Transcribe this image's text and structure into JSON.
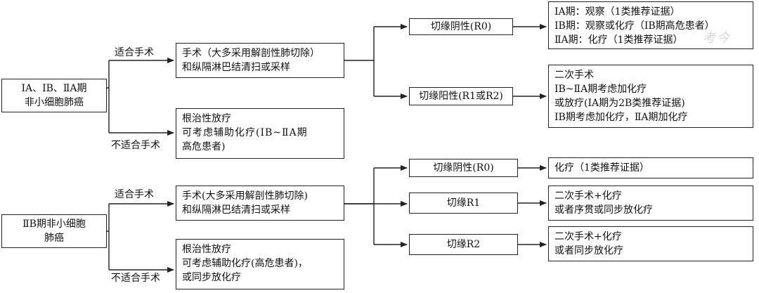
{
  "diagram": {
    "part1": {
      "stage_lines": [
        "ⅠA、ⅠB、ⅡA期",
        "非小细胞肺癌"
      ],
      "label_surgical": "适合手术",
      "label_not_surgical": "不适合手术",
      "surgery_lines": [
        "手术（大多采用解剖性肺切除）",
        "和纵隔淋巴结清扫或采样"
      ],
      "radio_lines": [
        "根治性放疗",
        "可考虑辅助化疗(ⅠB~ⅡA期",
        "高危患者)"
      ],
      "r0_label": "切缘阴性(R0)",
      "r1r2_label": "切缘阳性(R1或R2)",
      "r0_outcome_lines": [
        "ⅠA期：观察（1类推荐证据）",
        "ⅠB期：观察或化疗（ⅠB期高危患者）",
        "ⅡA期：化疗（1类推荐证据）"
      ],
      "r1r2_outcome_lines": [
        "二次手术",
        "ⅠB~ⅡA期考虑加化疗",
        "或放疗(ⅠA期为2B类推荐证据)",
        "ⅠB期考虑加化疗，ⅡA期加化疗"
      ]
    },
    "part2": {
      "stage_lines": [
        "ⅡB期非小细胞",
        "肺癌"
      ],
      "label_surgical": "适合手术",
      "label_not_surgical": "不适合手术",
      "surgery_lines": [
        "手术(大多采用解剖性肺切除)",
        "和纵隔淋巴结清扫或采样"
      ],
      "radio_lines": [
        "根治性放疗",
        "可考虑辅助化疗(高危患者)，",
        "或同步放化疗"
      ],
      "r0_label": "切缘阴性(R0)",
      "r1_label": "切缘R1",
      "r2_label": "切缘R2",
      "r0_outcome_lines": [
        "化疗（1类推荐证据）"
      ],
      "r1_outcome_lines": [
        "二次手术+化疗",
        "或者序贯或同步放化疗"
      ],
      "r2_outcome_lines": [
        "二次手术+化疗",
        "或者同步放化疗"
      ]
    },
    "watermark": "考今"
  }
}
